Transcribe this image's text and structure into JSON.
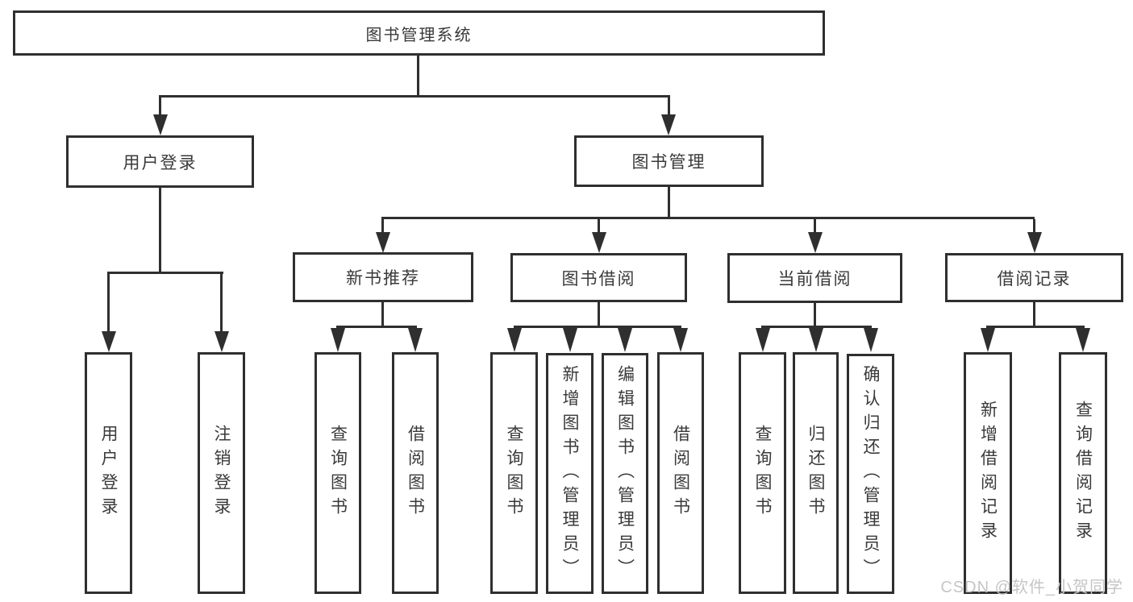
{
  "tree": {
    "root": "图书管理系统",
    "branches": [
      {
        "label": "用户登录",
        "children": [
          "用户登录",
          "注销登录"
        ]
      },
      {
        "label": "图书管理",
        "groups": [
          {
            "label": "新书推荐",
            "children": [
              "查询图书",
              "借阅图书"
            ]
          },
          {
            "label": "图书借阅",
            "children": [
              "查询图书",
              "新增图书（管理员）",
              "编辑图书（管理员）",
              "借阅图书"
            ]
          },
          {
            "label": "当前借阅",
            "children": [
              "查询图书",
              "归还图书",
              "确认归还（管理员）"
            ]
          },
          {
            "label": "借阅记录",
            "children": [
              "新增借阅记录",
              "查询借阅记录"
            ]
          }
        ]
      }
    ]
  },
  "watermark": "CSDN @软件_小贺同学",
  "colors": {
    "line": "#2f2f2f",
    "text": "#3a3a3a",
    "watermark": "#c5c5c5"
  }
}
